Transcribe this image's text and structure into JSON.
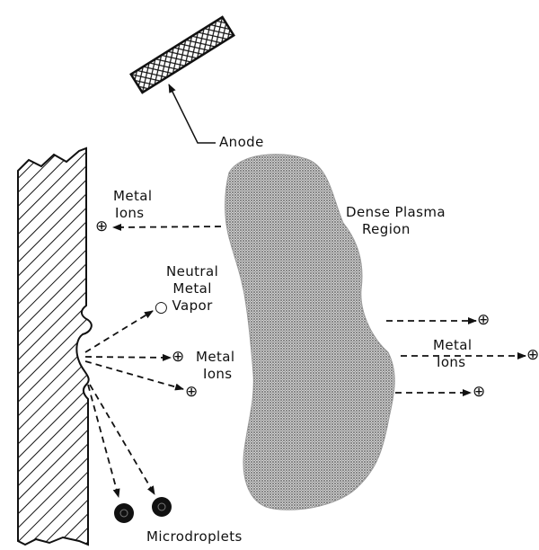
{
  "labels": {
    "anode": "Anode",
    "metal_ions_upper_left": [
      "Metal",
      "Ions"
    ],
    "dense_plasma": [
      "Dense Plasma",
      "Region"
    ],
    "neutral_vapor": [
      "Neutral",
      "Metal",
      "Vapor"
    ],
    "metal_ions_middle": [
      "Metal",
      "Ions"
    ],
    "metal_ions_right": [
      "Metal",
      "Ions"
    ],
    "microdroplets": "Microdroplets"
  },
  "symbols": {
    "ion_glyph": "⊕",
    "neutral_glyph": "○"
  },
  "colors": {
    "ink": "#111111",
    "plasma_fill": "#9a9a9a",
    "background": "#ffffff"
  }
}
